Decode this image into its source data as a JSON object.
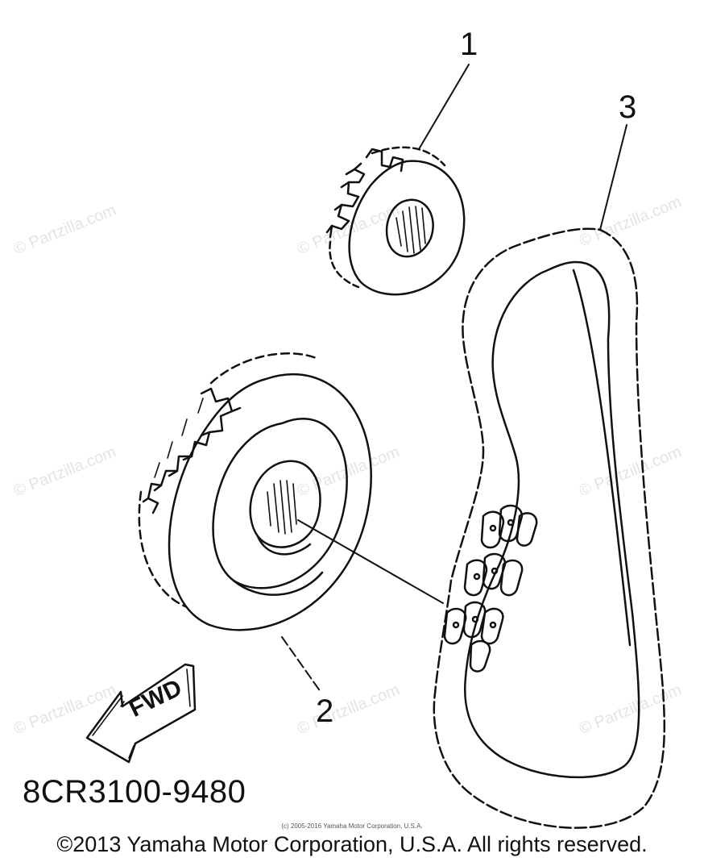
{
  "watermark": "© Partzilla.com",
  "callouts": {
    "part1": "1",
    "part2": "2",
    "part3": "3"
  },
  "fwd_label": "FWD",
  "diagram_code": "8CR3100-9480",
  "fine_print": "(c) 2005-2016 Yamaha Motor Corporation, U.S.A.",
  "copyright": "©2013 Yamaha Motor Corporation, U.S.A. All rights reserved.",
  "colors": {
    "line": "#111111",
    "watermark": "#e4e4e4",
    "background": "#ffffff"
  }
}
